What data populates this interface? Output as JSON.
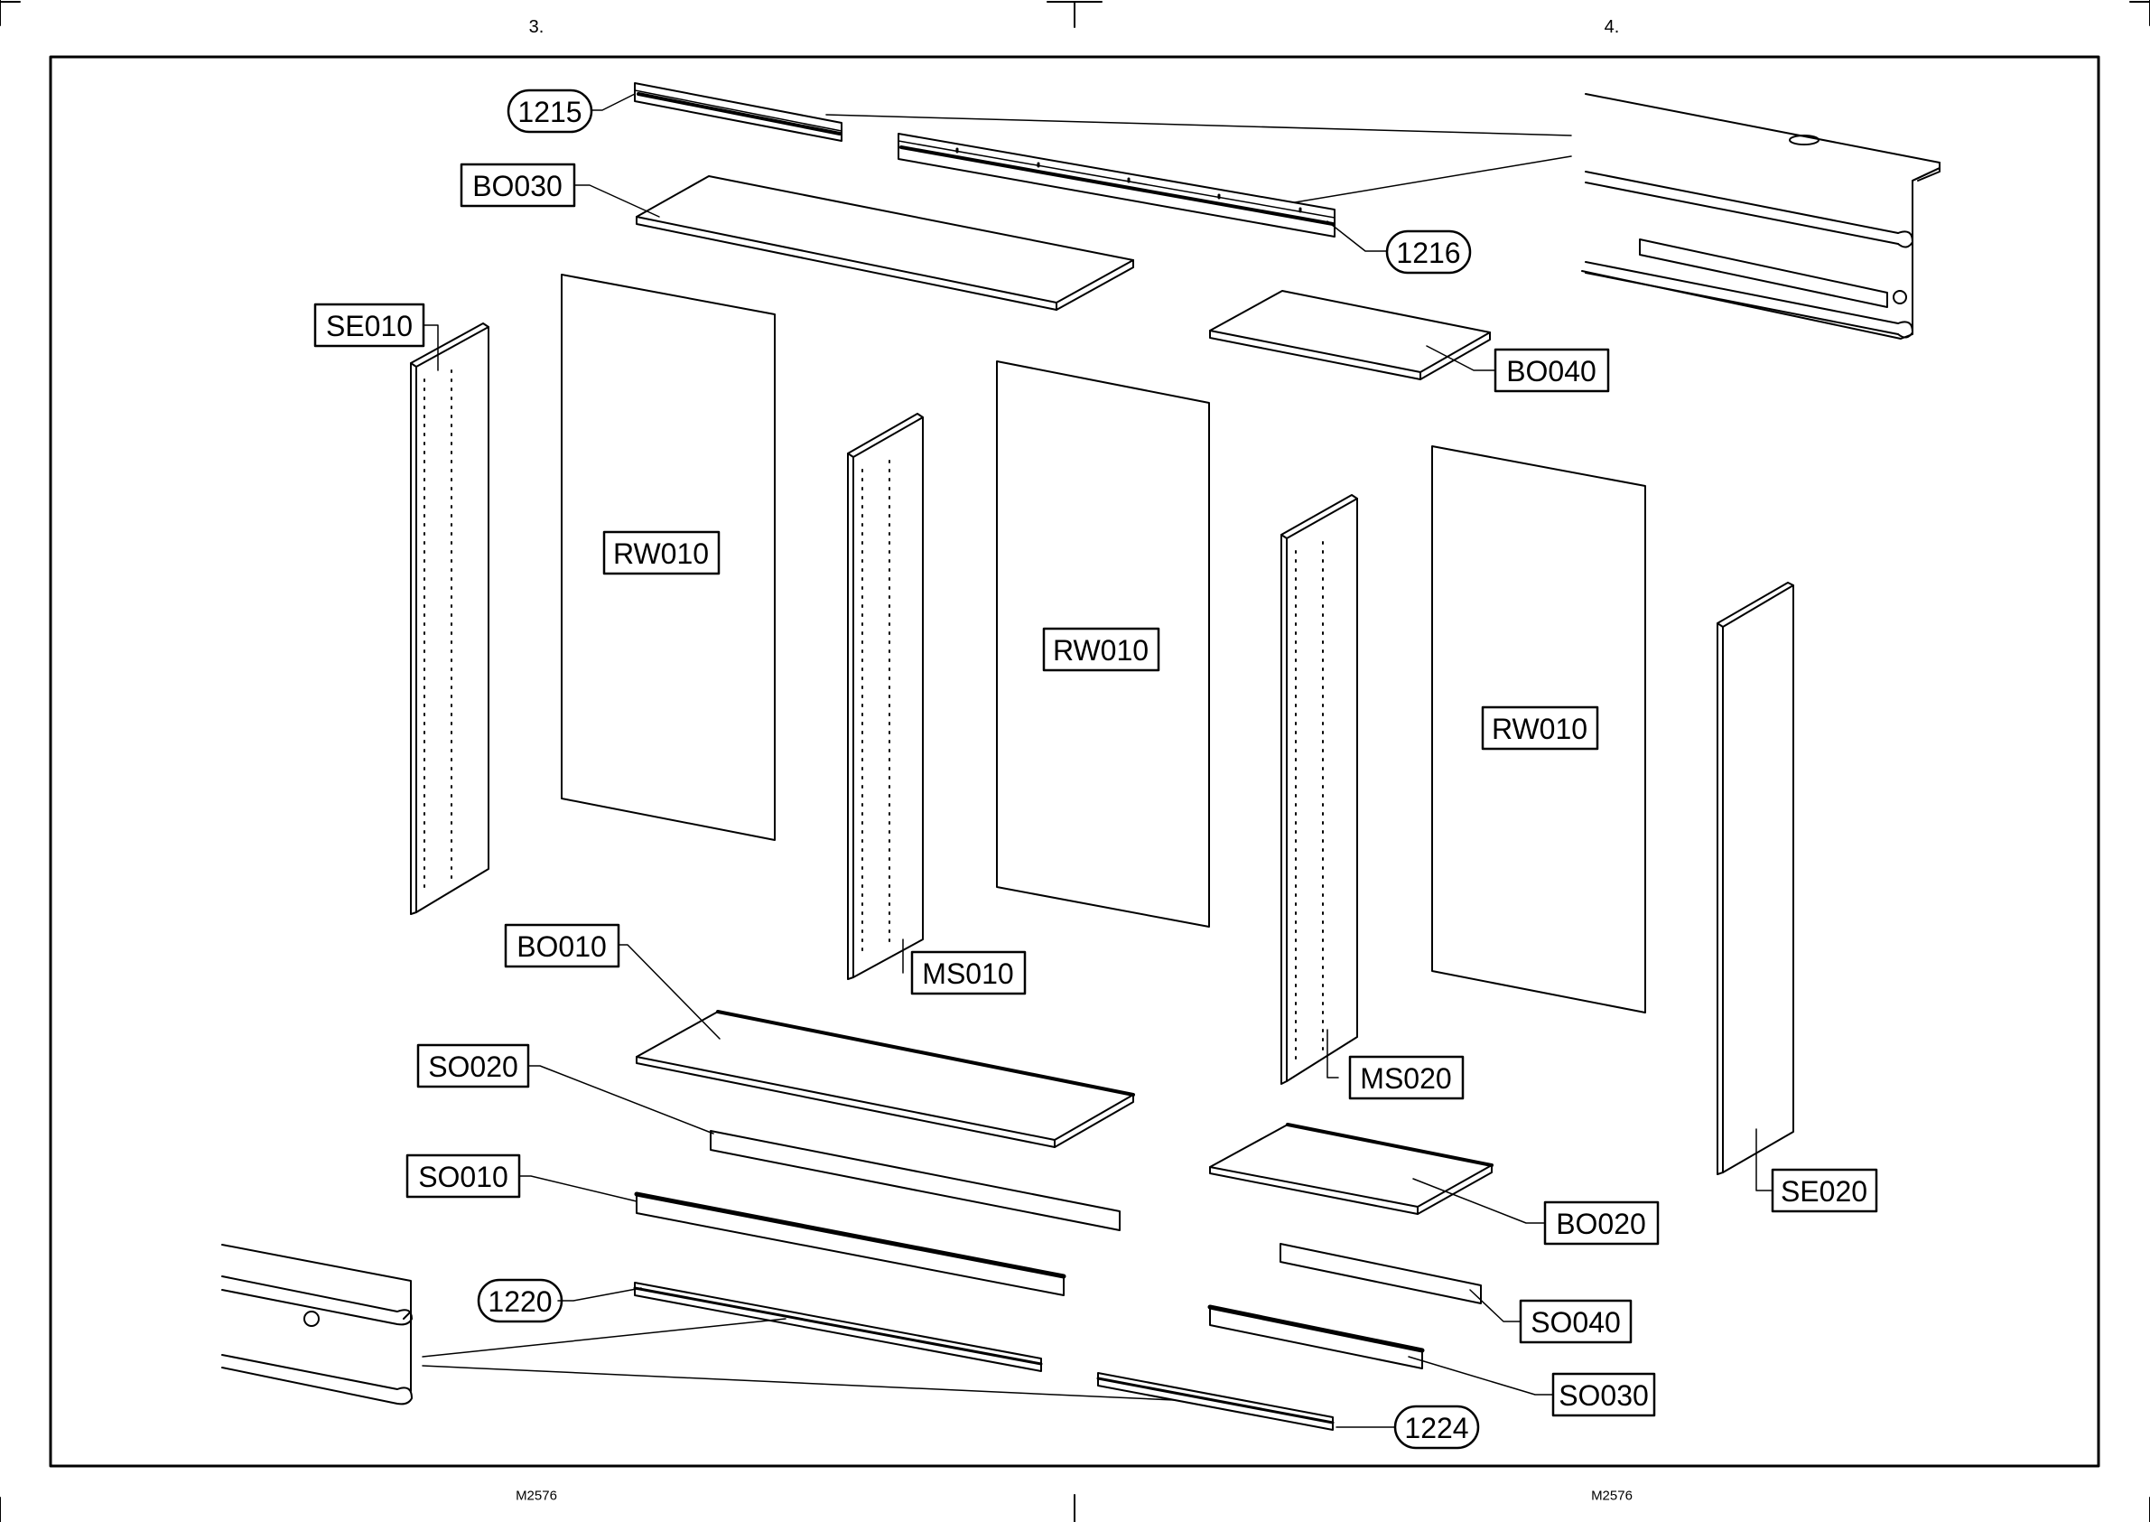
{
  "page_numbers": {
    "left": "3.",
    "right": "4."
  },
  "footer_codes": {
    "left": "M2576",
    "right": "M2576"
  },
  "labels": {
    "l1215": "1215",
    "l1216": "1216",
    "l1220": "1220",
    "l1224": "1224",
    "bo030": "BO030",
    "bo040": "BO040",
    "bo010": "BO010",
    "bo020": "BO020",
    "se010": "SE010",
    "se020": "SE020",
    "rw010_a": "RW010",
    "rw010_b": "RW010",
    "rw010_c": "RW010",
    "ms010": "MS010",
    "ms020": "MS020",
    "so010": "SO010",
    "so020": "SO020",
    "so030": "SO030",
    "so040": "SO040"
  }
}
